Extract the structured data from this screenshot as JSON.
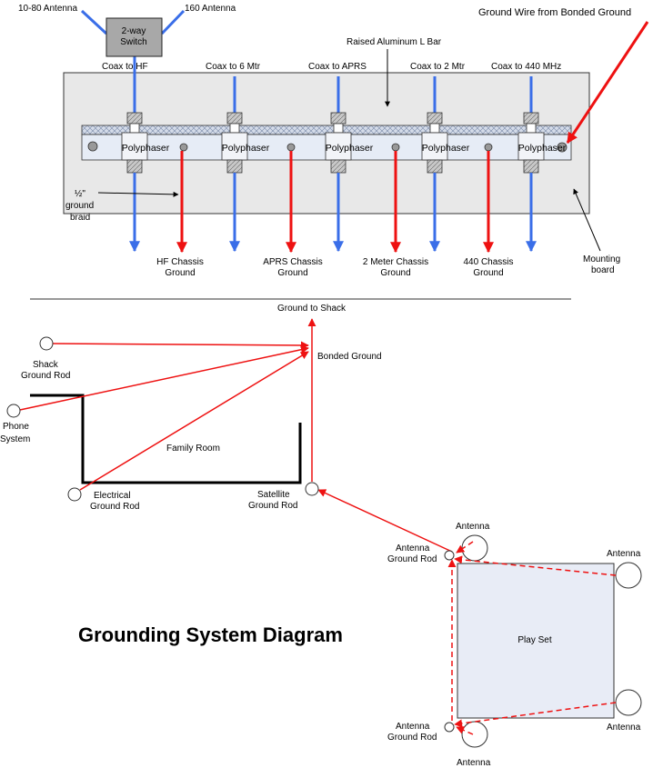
{
  "title": "Grounding System Diagram",
  "top_panel": {
    "antenna_left": "10-80 Antenna",
    "antenna_right": "160 Antenna",
    "switch_line1": "2-way",
    "switch_line2": "Switch",
    "ground_wire_label": "Ground Wire from Bonded Ground",
    "l_bar_label": "Raised Aluminum L Bar",
    "coax_labels": [
      "Coax to HF",
      "Coax to 6 Mtr",
      "Coax to APRS",
      "Coax to 2 Mtr",
      "Coax to 440 MHz"
    ],
    "polyphaser_label": "Polyphaser",
    "braid_line1": "½\"",
    "braid_line2": "ground",
    "braid_line3": "braid",
    "chassis_grounds": [
      [
        "HF Chassis",
        "Ground"
      ],
      [
        "APRS Chassis",
        "Ground"
      ],
      [
        "2 Meter Chassis",
        "Ground"
      ],
      [
        "440 Chassis",
        "Ground"
      ]
    ],
    "mounting_line1": "Mounting",
    "mounting_line2": "board"
  },
  "bottom_panel": {
    "ground_to_shack": "Ground to Shack",
    "bonded_ground": "Bonded Ground",
    "shack_rod": [
      "Shack",
      "Ground Rod"
    ],
    "phone_system": [
      "Phone",
      "System"
    ],
    "family_room": "Family Room",
    "electrical_rod": [
      "Electrical",
      "Ground Rod"
    ],
    "satellite_rod": [
      "Satellite",
      "Ground Rod"
    ],
    "antenna_label": "Antenna",
    "antenna_ground_rod": [
      "Antenna",
      "Ground Rod"
    ],
    "play_set": "Play Set"
  },
  "colors": {
    "coax_blue": "#3a6ee8",
    "ground_red": "#ee1111",
    "board_fill": "#e8e8e8",
    "bar_fill": "#e6ecf6",
    "switch_fill": "#a8a8a8",
    "playset_fill": "#e8ecf6"
  }
}
